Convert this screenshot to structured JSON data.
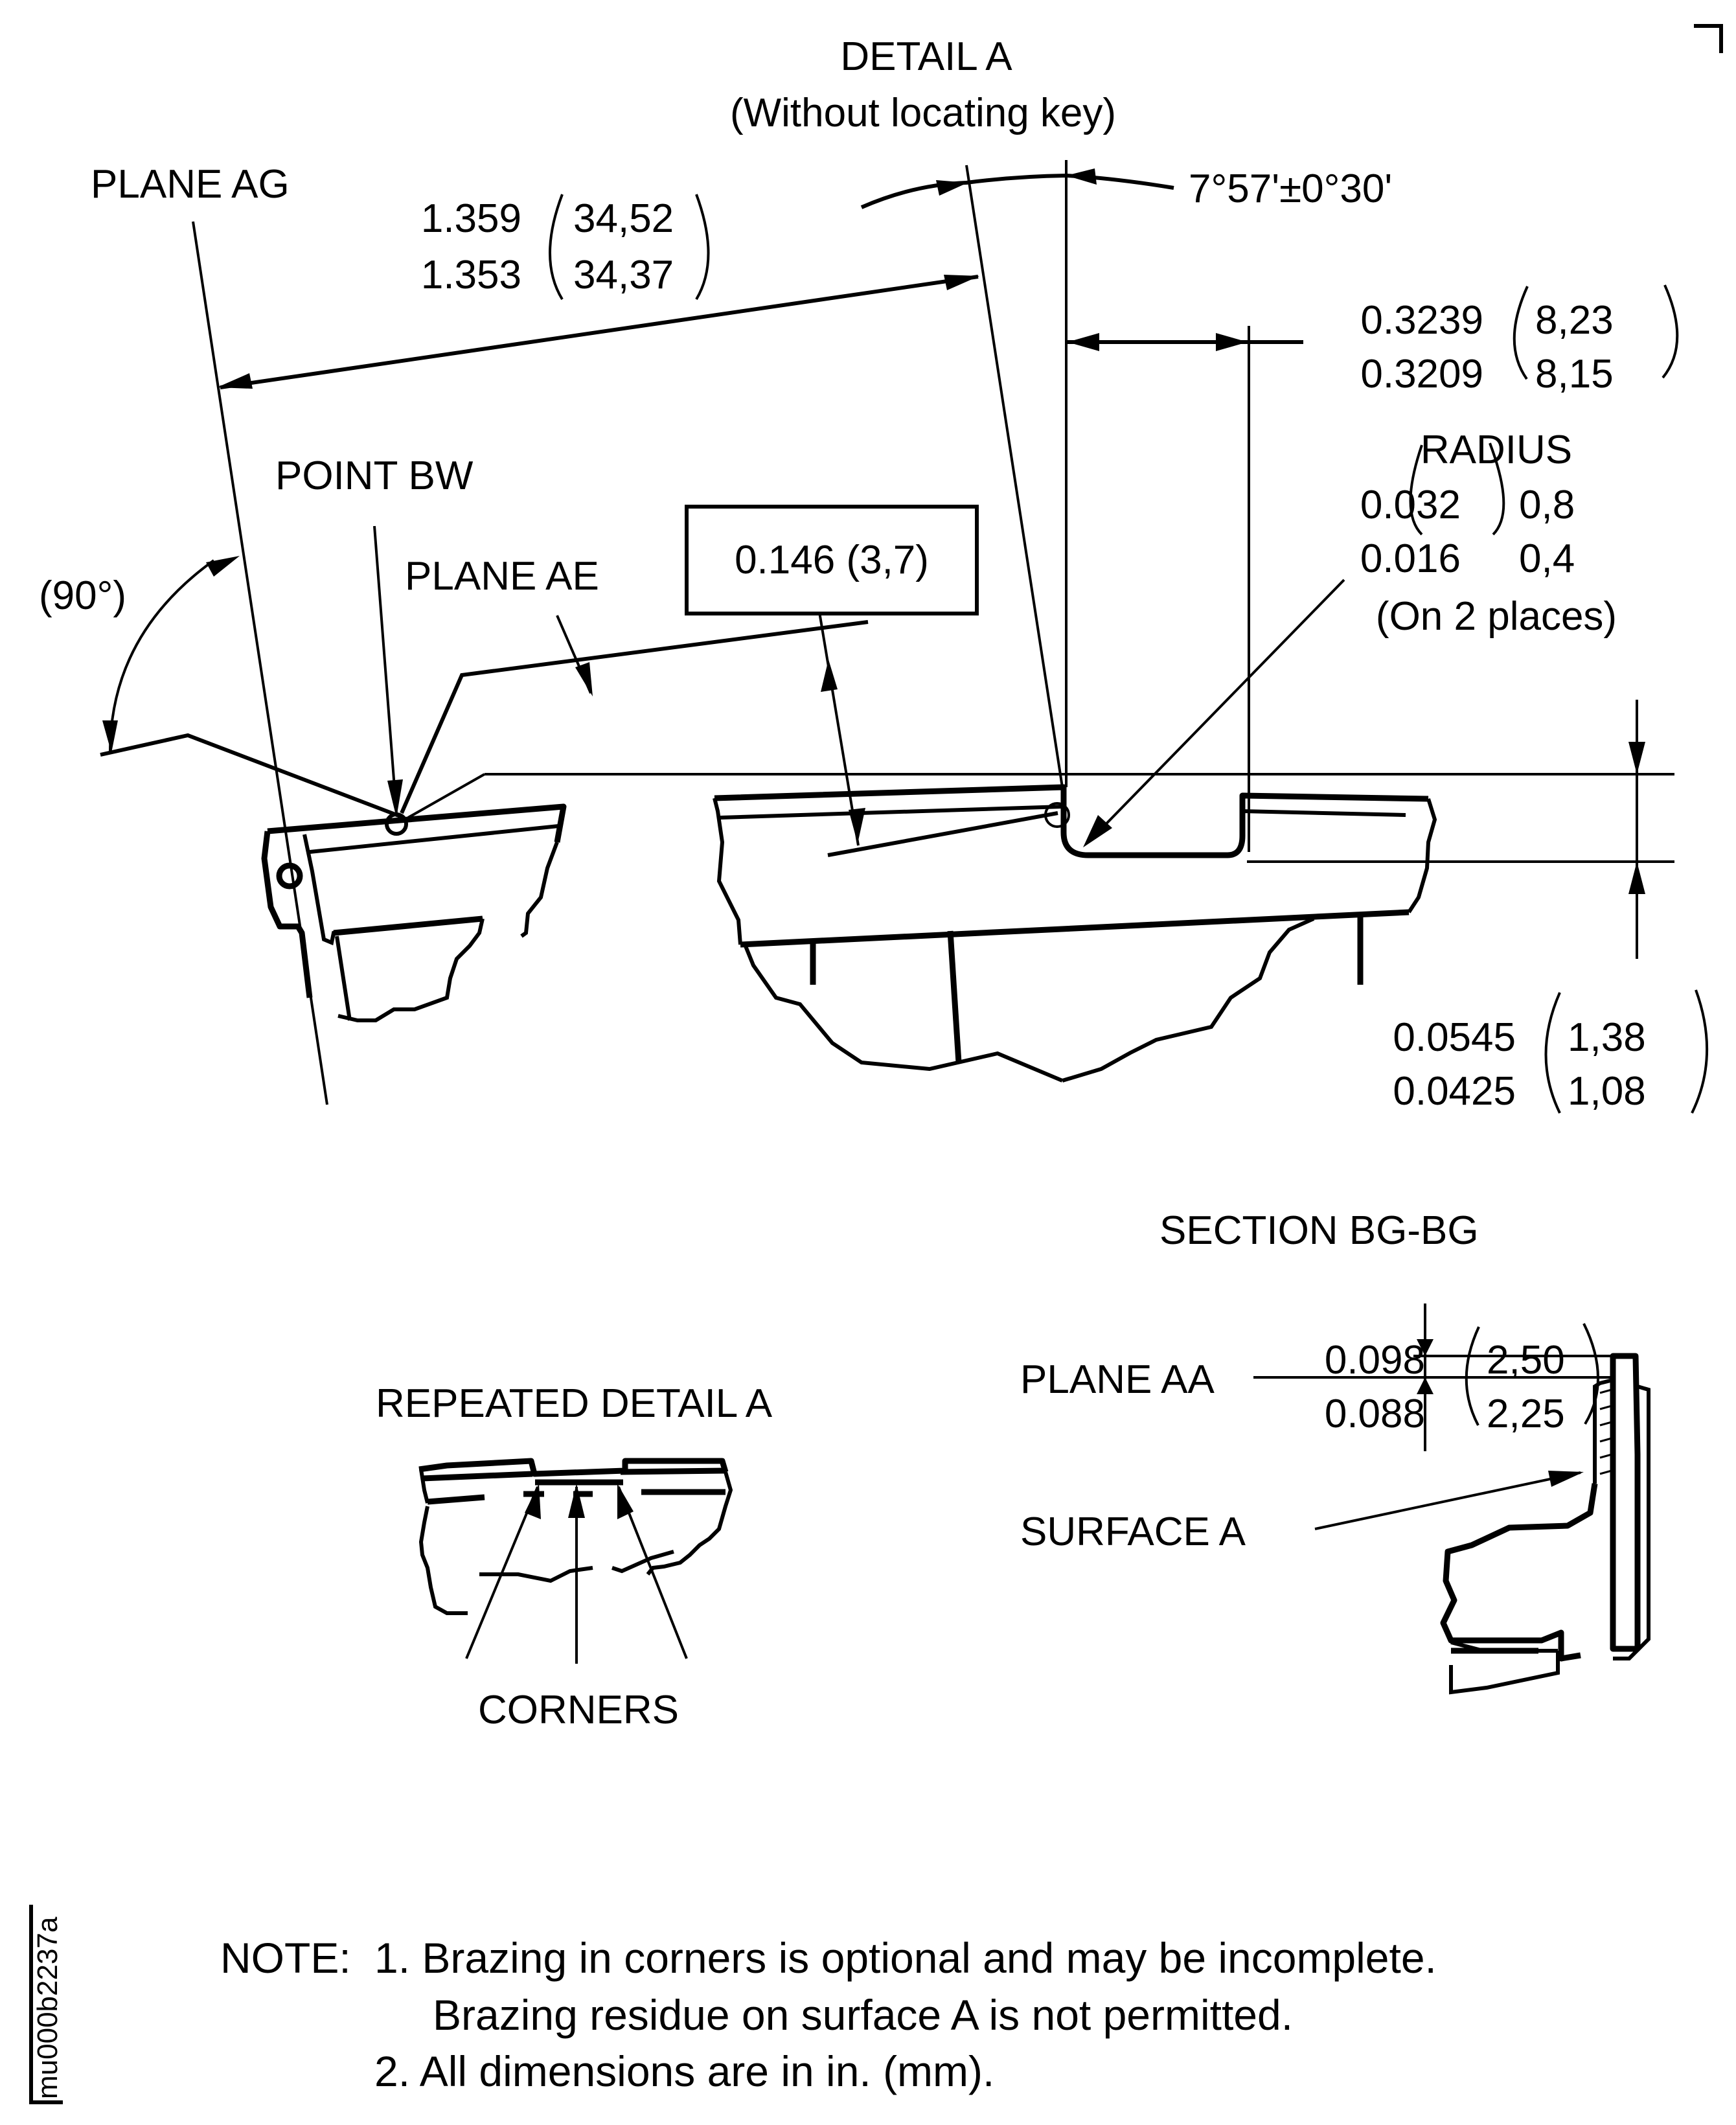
{
  "detail_a": {
    "title": "DETAIL A",
    "subtitle": "(Without locating key)",
    "plane_ag": "PLANE AG",
    "point_bw": "POINT BW",
    "plane_ae": "PLANE AE",
    "angle_90": "(90°)",
    "angle_tolerance": "7°57'±0°30'",
    "dim_length": {
      "in_max": "1.359",
      "in_min": "1.353",
      "mm_max": "34,52",
      "mm_min": "34,37"
    },
    "dim_box": "0.146 (3,7)",
    "dim_slot_width": {
      "in_max": "0.3239",
      "in_min": "0.3209",
      "mm_max": "8,23",
      "mm_min": "8,15"
    },
    "radius": {
      "label": "RADIUS",
      "in_max": "0.032",
      "in_min": "0.016",
      "mm_max": "0,8",
      "mm_min": "0,4",
      "note": "(On 2 places)"
    },
    "dim_depth": {
      "in_max": "0.0545",
      "in_min": "0.0425",
      "mm_max": "1,38",
      "mm_min": "1,08"
    }
  },
  "section_bg": {
    "title": "SECTION BG-BG",
    "dim": {
      "in_max": "0.098",
      "in_min": "0.088",
      "mm_max": "2,50",
      "mm_min": "2,25"
    },
    "plane_aa": "PLANE AA",
    "surface_a": "SURFACE A"
  },
  "repeated_detail": {
    "title": "REPEATED DETAIL A",
    "corners": "CORNERS"
  },
  "notes": {
    "prefix": "NOTE:",
    "items": [
      "1. Brazing in corners is optional and may be incomplete.",
      "Brazing residue on surface A is not permitted.",
      "2. All dimensions are in in. (mm)."
    ]
  },
  "figure_code": "mu000b2237a"
}
